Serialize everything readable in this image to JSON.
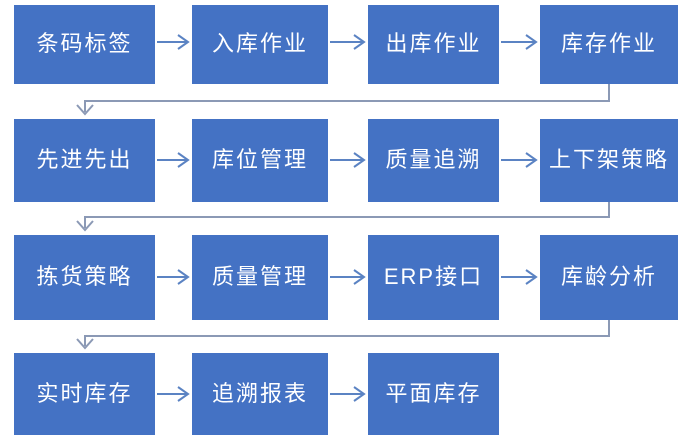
{
  "diagram": {
    "type": "flowchart",
    "colors": {
      "box": "#4472C4",
      "text": "#FFFFFF",
      "flow_arrow": "#5B83C3",
      "return_arrow": "#8B99B5"
    },
    "rows": [
      {
        "boxes": [
          {
            "label": "条码标签"
          },
          {
            "label": "入库作业"
          },
          {
            "label": "出库作业"
          },
          {
            "label": "库存作业"
          }
        ]
      },
      {
        "boxes": [
          {
            "label": "先进先出"
          },
          {
            "label": "库位管理"
          },
          {
            "label": "质量追溯"
          },
          {
            "label": "上下架策略"
          }
        ]
      },
      {
        "boxes": [
          {
            "label": "拣货策略"
          },
          {
            "label": "质量管理"
          },
          {
            "label": "ERP接口"
          },
          {
            "label": "库龄分析"
          }
        ]
      },
      {
        "boxes": [
          {
            "label": "实时库存"
          },
          {
            "label": "追溯报表"
          },
          {
            "label": "平面库存"
          }
        ]
      }
    ]
  }
}
